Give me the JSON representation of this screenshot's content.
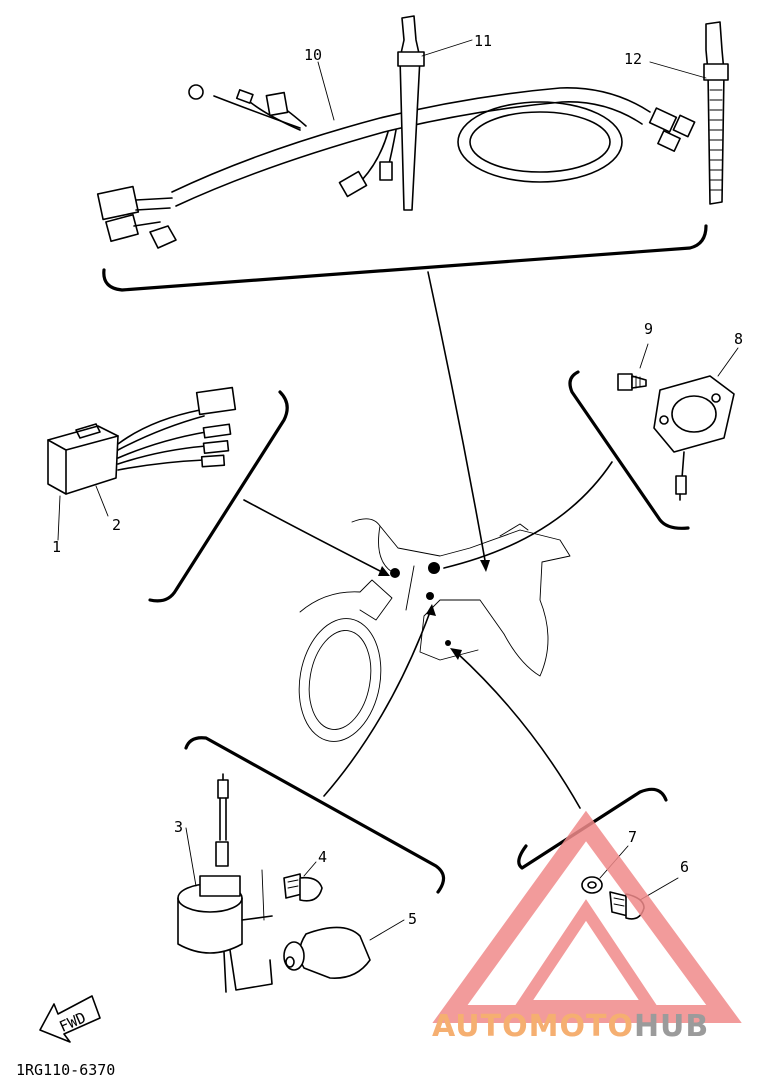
{
  "parts": [
    {
      "callout": "1",
      "name": "part-1-callout"
    },
    {
      "callout": "2",
      "name": "part-2-callout"
    },
    {
      "callout": "3",
      "name": "part-3-callout"
    },
    {
      "callout": "4",
      "name": "part-4-callout"
    },
    {
      "callout": "5",
      "name": "part-5-callout"
    },
    {
      "callout": "6",
      "name": "part-6-callout"
    },
    {
      "callout": "7",
      "name": "part-7-callout"
    },
    {
      "callout": "8",
      "name": "part-8-callout"
    },
    {
      "callout": "9",
      "name": "part-9-callout"
    },
    {
      "callout": "10",
      "name": "part-10-callout"
    },
    {
      "callout": "11",
      "name": "part-11-callout"
    },
    {
      "callout": "12",
      "name": "part-12-callout"
    }
  ],
  "fwd_label": "FWD",
  "drawing_code": "1RG110-6370",
  "watermark": {
    "text_orange": "AUTOMOTO",
    "text_gray": "HUB",
    "color_orange": "#f4a259",
    "color_gray": "#8a8a8a",
    "triangle_color": "#f08a8a"
  }
}
